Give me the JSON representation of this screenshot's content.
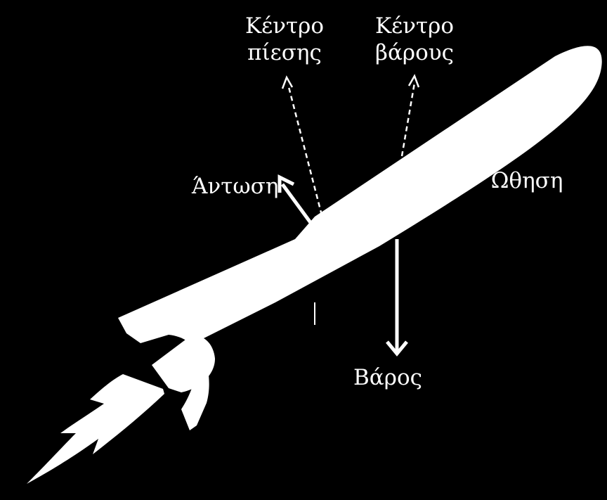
{
  "diagram": {
    "labels": {
      "center_of_pressure_line1": "Κέντρο",
      "center_of_pressure_line2": "πίεσης",
      "center_of_gravity_line1": "Κέντρο",
      "center_of_gravity_line2": "βάρους",
      "lift": "Άντωση",
      "thrust": "Ώθηση",
      "weight": "Βάρος"
    },
    "colors": {
      "background": "#000000",
      "foreground": "#ffffff"
    }
  }
}
